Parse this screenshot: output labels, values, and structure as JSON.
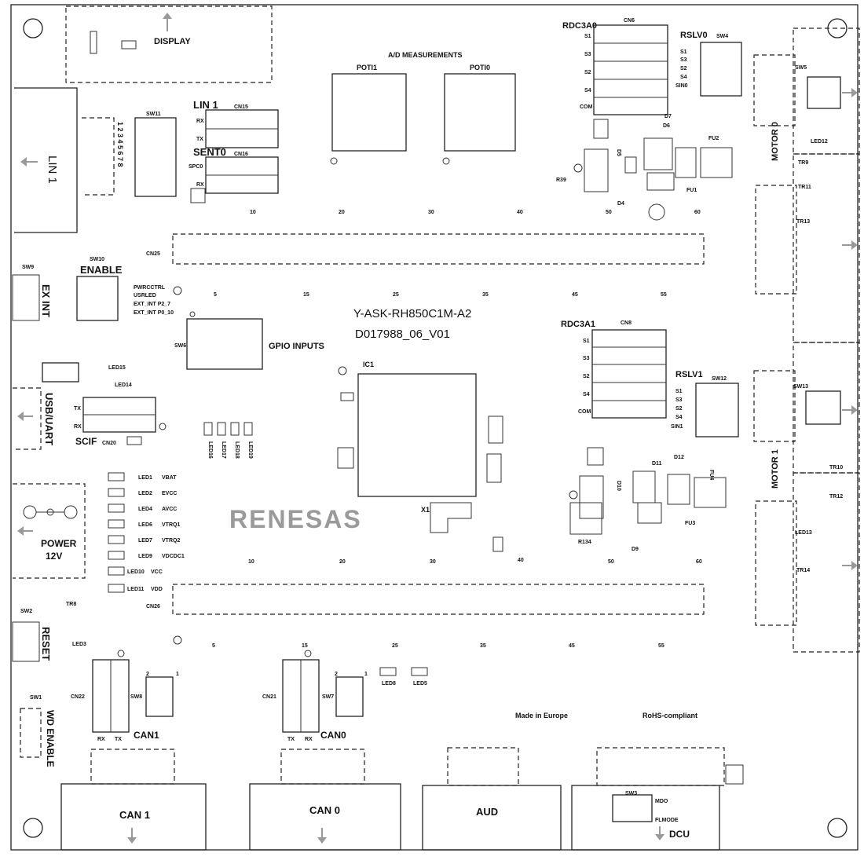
{
  "board": {
    "name": "Y-ASK-RH850C1M-A2",
    "doc": "D017988_06_V01",
    "brand": "RENESAS",
    "made_in": "Made in Europe",
    "rohs": "RoHS-compliant"
  },
  "labels": {
    "display": "DISPLAY",
    "ad_measurements": "A/D MEASUREMENTS",
    "poti1": "POTI1",
    "poti0": "POTI0",
    "rdc3a0": "RDC3A0",
    "cn6": "CN6",
    "rslv0": "RSLV0",
    "sw4": "SW4",
    "motor0": "MOTOR 0",
    "motor1": "MOTOR 1",
    "lin1_top": "LIN 1",
    "lin1_side": "LIN 1",
    "cn15": "CN15",
    "sent0": "SENT0",
    "cn16": "CN16",
    "sw11": "SW11",
    "sw9": "SW9",
    "sw10": "SW10",
    "enable": "ENABLE",
    "ex_int": "EX INT",
    "pwrctrl": "PWRCCTRL",
    "usrled": "USRLED",
    "ext_int_p2": "EXT_INT P2_7",
    "ext_int_p0": "EXT_INT P0_10",
    "sw6": "SW6",
    "gpio_inputs": "GPIO INPUTS",
    "ic1": "IC1",
    "x1": "X1",
    "cn25": "CN25",
    "cn26": "CN26",
    "rdc3a1": "RDC3A1",
    "cn8": "CN8",
    "rslv1": "RSLV1",
    "sw12": "SW12",
    "usb_uart": "USB/UART",
    "scif": "SCIF",
    "cn20": "CN20",
    "led14": "LED14",
    "led15": "LED15",
    "power": "POWER",
    "volt": "12V",
    "sw2": "SW2",
    "reset": "RESET",
    "led3": "LED3",
    "sw1": "SW1",
    "wd_enable": "WD ENABLE",
    "tr8": "TR8",
    "cn22": "CN22",
    "sw8": "SW8",
    "can1": "CAN1",
    "cn21": "CN21",
    "sw7": "SW7",
    "can0": "CAN0",
    "led8": "LED8",
    "led5": "LED5",
    "can_1_conn": "CAN 1",
    "can_0_conn": "CAN 0",
    "aud": "AUD",
    "dcu": "DCU",
    "sw3": "SW3",
    "mdo": "MDO",
    "flmode": "FLMODE",
    "r39": "R39",
    "r134": "R134",
    "sw5": "SW5",
    "sw13": "SW13",
    "led12": "LED12",
    "led13": "LED13",
    "rx": "RX",
    "tx": "TX",
    "spc0": "SPC0",
    "com": "COM",
    "sin0": "SIN0",
    "sin1": "SIN1"
  },
  "cn6_pins": [
    "S1",
    "S3",
    "S2",
    "S4",
    "COM"
  ],
  "cn8_pins": [
    "S1",
    "S3",
    "S2",
    "S4",
    "COM"
  ],
  "rslv_pins": [
    "S1",
    "S3",
    "S2",
    "S4"
  ],
  "sw11_numbers": "1 2 3 4 5 6 7 8",
  "tick_top": [
    "10",
    "20",
    "30",
    "40",
    "50",
    "60"
  ],
  "tick_top_b": [
    "5",
    "15",
    "25",
    "35",
    "45",
    "55"
  ],
  "tick_bot": [
    "10",
    "20",
    "30",
    "40",
    "50",
    "60"
  ],
  "tick_bot_b": [
    "5",
    "15",
    "25",
    "35",
    "45",
    "55"
  ],
  "leds_pow": [
    {
      "id": "LED1",
      "name": "VBAT"
    },
    {
      "id": "LED2",
      "name": "EVCC"
    },
    {
      "id": "LED4",
      "name": "AVCC"
    },
    {
      "id": "LED6",
      "name": "VTRQ1"
    },
    {
      "id": "LED7",
      "name": "VTRQ2"
    },
    {
      "id": "LED9",
      "name": "VDCDC1"
    },
    {
      "id": "LED10",
      "name": "VCC"
    },
    {
      "id": "LED11",
      "name": "VDD"
    }
  ],
  "gpio_leds": [
    "LED16",
    "LED17",
    "LED18",
    "LED19"
  ],
  "motor_parts_top": [
    "D5",
    "D6",
    "D7",
    "D4",
    "FU1",
    "FU2"
  ],
  "motor_parts_bot": [
    "D10",
    "D11",
    "D12",
    "D9",
    "FU3",
    "FU4"
  ],
  "tr_labels": [
    "TR9",
    "TR11",
    "TR13",
    "TR10",
    "TR12",
    "TR14"
  ],
  "pin_12": [
    "2",
    "1"
  ]
}
